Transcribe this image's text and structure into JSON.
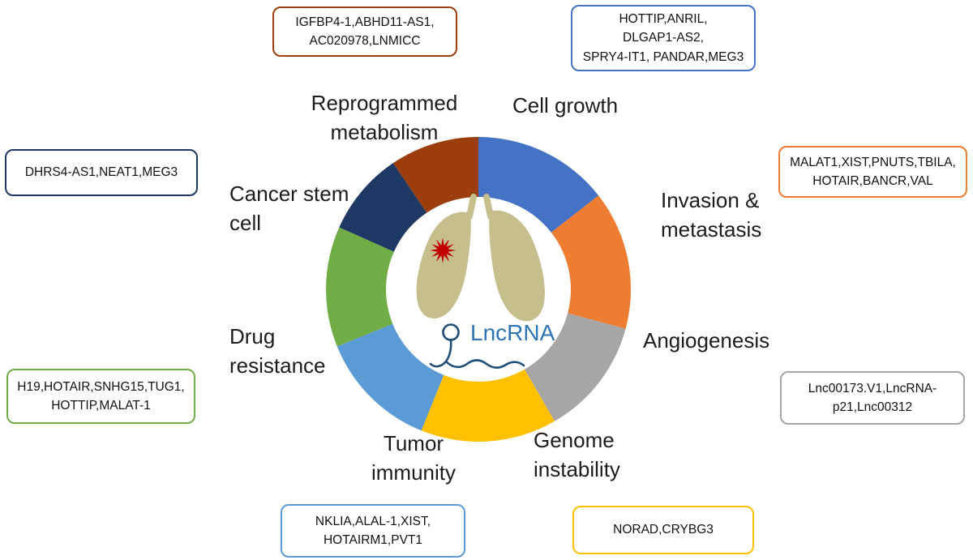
{
  "figure": {
    "background": "#ffffff"
  },
  "center": {
    "label": "LncRNA",
    "label_color": "#2E75B6",
    "lungs_color": "#C6BE8C",
    "tumor_color": "#C00000",
    "hairpin_color": "#1F4E79"
  },
  "chart_data": {
    "type": "donut",
    "title": "LncRNA functions in lung cancer hallmarks",
    "outer_radius": 188,
    "inner_radius": 114,
    "segments": [
      {
        "id": "cell_growth",
        "label": "Cell growth",
        "color": "#4472C4",
        "start_deg": 0,
        "end_deg": 52,
        "genes": "HOTTIP,ANRIL,DLGAP1-AS2,SPRY4-IT1,PANDAR,MEG3"
      },
      {
        "id": "invasion_metastasis",
        "label": "Invasion & metastasis",
        "color": "#ED7D31",
        "start_deg": 52,
        "end_deg": 105,
        "genes": "MALAT1,XIST,PNUTS,TBILA,HOTAIR,BANCR,VAL"
      },
      {
        "id": "angiogenesis",
        "label": "Angiogenesis",
        "color": "#A6A6A6",
        "start_deg": 105,
        "end_deg": 150,
        "genes": "Lnc00173.V1,LncRNA-p21,Lnc00312"
      },
      {
        "id": "genome_instability",
        "label": "Genome instability",
        "color": "#FFC000",
        "start_deg": 150,
        "end_deg": 202,
        "genes": "NORAD,CRYBG3"
      },
      {
        "id": "tumor_immunity",
        "label": "Tumor immunity",
        "color": "#5B9BD5",
        "start_deg": 202,
        "end_deg": 248,
        "genes": "NKLIA,ALAL-1,XIST,HOTAIRM1,PVT1"
      },
      {
        "id": "drug_resistance",
        "label": "Drug resistance",
        "color": "#70AD47",
        "start_deg": 248,
        "end_deg": 294,
        "genes": "H19,HOTAIR,SNHG15,TUG1,HOTTIP,MALAT-1"
      },
      {
        "id": "cancer_stem_cell",
        "label": "Cancer stem cell",
        "color": "#1F3864",
        "start_deg": 294,
        "end_deg": 326,
        "genes": "DHRS4-AS1,NEAT1,MEG3"
      },
      {
        "id": "reprogrammed_metabolism",
        "label": "Reprogrammed metabolism",
        "color": "#9C3D0D",
        "start_deg": 326,
        "end_deg": 360,
        "genes": "IGFBP4-1,ABHD11-AS1,AC020978,LNMICC"
      }
    ]
  },
  "labels": {
    "reprogrammed_metabolism": {
      "lines": [
        "Reprogrammed",
        "metabolism"
      ]
    },
    "cell_growth": {
      "lines": [
        "Cell growth"
      ]
    },
    "invasion_metastasis": {
      "lines": [
        "Invasion &",
        "metastasis"
      ]
    },
    "angiogenesis": {
      "lines": [
        "Angiogenesis"
      ]
    },
    "genome_instability": {
      "lines": [
        "Genome",
        "instability"
      ]
    },
    "tumor_immunity": {
      "lines": [
        "Tumor",
        "immunity"
      ]
    },
    "drug_resistance": {
      "lines": [
        "Drug",
        "resistance"
      ]
    },
    "cancer_stem_cell": {
      "lines": [
        "Cancer stem",
        "cell"
      ]
    }
  },
  "gene_boxes": {
    "reprogrammed_metabolism": {
      "border_color": "#9C3D0D",
      "lines": [
        "IGFBP4-1,ABHD11-AS1,",
        "AC020978,LNMICC"
      ]
    },
    "cell_growth": {
      "border_color": "#4472C4",
      "lines": [
        "HOTTIP,ANRIL,",
        "DLGAP1-AS2,",
        "SPRY4-IT1, PANDAR,MEG3"
      ]
    },
    "invasion_metastasis": {
      "border_color": "#ED7D31",
      "lines": [
        "MALAT1,XIST,PNUTS,TBILA,",
        "HOTAIR,BANCR,VAL"
      ]
    },
    "angiogenesis": {
      "border_color": "#A6A6A6",
      "lines": [
        "Lnc00173.V1,LncRNA-",
        "p21,Lnc00312"
      ]
    },
    "genome_instability": {
      "border_color": "#FFC000",
      "lines": [
        "NORAD,CRYBG3"
      ]
    },
    "tumor_immunity": {
      "border_color": "#5B9BD5",
      "lines": [
        "NKLIA,ALAL-1,XIST,",
        "HOTAIRM1,PVT1"
      ]
    },
    "drug_resistance": {
      "border_color": "#70AD47",
      "lines": [
        "H19,HOTAIR,SNHG15,TUG1,",
        "HOTTIP,MALAT-1"
      ]
    },
    "cancer_stem_cell": {
      "border_color": "#1F3864",
      "lines": [
        "DHRS4-AS1,NEAT1,MEG3"
      ]
    }
  }
}
